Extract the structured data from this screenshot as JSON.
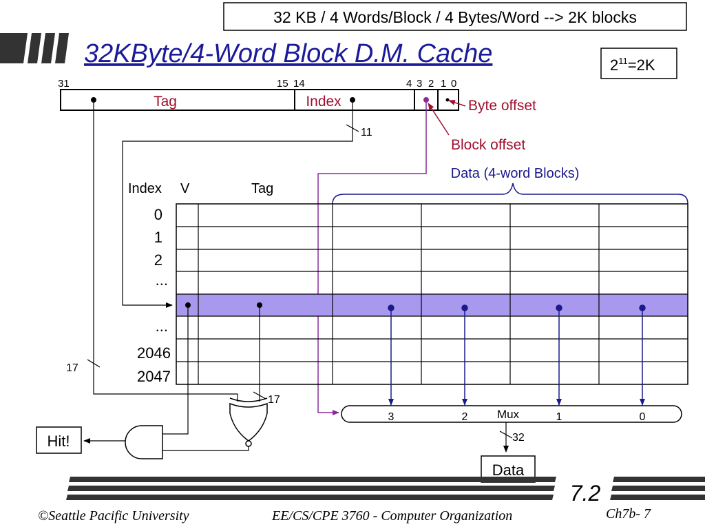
{
  "header": {
    "summary_box": "32 KB / 4 Words/Block / 4 Bytes/Word --> 2K blocks",
    "title": "32KByte/4-Word Block D.M. Cache",
    "power_base": "2",
    "power_exp": "11",
    "power_rest": "=2K"
  },
  "address": {
    "bits": {
      "b31": "31",
      "b15": "15",
      "b14": "14",
      "b4": "4",
      "b3": "3",
      "b2": "2",
      "b1": "1",
      "b0": "0"
    },
    "tag_label": "Tag",
    "index_label": "Index",
    "byte_offset_label": "Byte offset",
    "block_offset_label": "Block offset",
    "index_width": "11"
  },
  "cache": {
    "data_label": "Data (4-word Blocks)",
    "col_index": "Index",
    "col_v": "V",
    "col_tag": "Tag",
    "rows": [
      "0",
      "1",
      "2",
      "...",
      "",
      "...",
      "2046",
      "2047"
    ],
    "tag_width": "17"
  },
  "mux": {
    "label": "Mux",
    "inputs": [
      "3",
      "2",
      "1",
      "0"
    ],
    "output_width": "32"
  },
  "outputs": {
    "hit": "Hit!",
    "data": "Data"
  },
  "footer": {
    "section": "7.2",
    "copyright": "©Seattle Pacific University",
    "course": "EE/CS/CPE 3760 - Computer Organization",
    "slide": "Ch7b- 7"
  },
  "colors": {
    "label_red": "#a0102e",
    "data_blue": "#1a1a8c",
    "highlight": "#a999ee",
    "purple_wire": "#8a2a9a",
    "title_blue": "#1a1a9a"
  }
}
